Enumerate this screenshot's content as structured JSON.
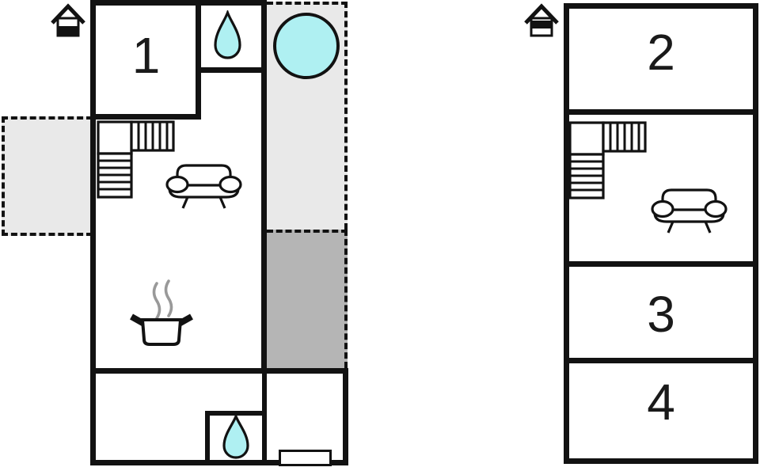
{
  "colors": {
    "wall": "#121212",
    "water": "#aff0f2",
    "terrace_light": "#e9e9e9",
    "terrace_dark": "#b5b5b5",
    "steam": "#999999"
  },
  "floors": [
    {
      "name": "ground-floor",
      "house_icon": "house-ground-floor-icon",
      "rooms": [
        {
          "label": "1"
        }
      ],
      "features": {
        "top_bathroom": "water-drop-icon",
        "hot_tub": "hot-tub-circle",
        "stairs": "staircase-icon",
        "living": "sofa-icon",
        "kitchen": "cooking-pot-icon",
        "bottom_bathroom": "water-drop-icon",
        "entrance": "entrance-step",
        "terraces": [
          "left-terrace",
          "right-terrace-upper",
          "right-terrace-lower"
        ]
      }
    },
    {
      "name": "upper-floor",
      "house_icon": "house-upper-floor-icon",
      "rooms": [
        {
          "label": "2"
        },
        {
          "label": "3"
        },
        {
          "label": "4"
        }
      ],
      "features": {
        "stairs": "staircase-icon",
        "living": "sofa-icon"
      }
    }
  ]
}
